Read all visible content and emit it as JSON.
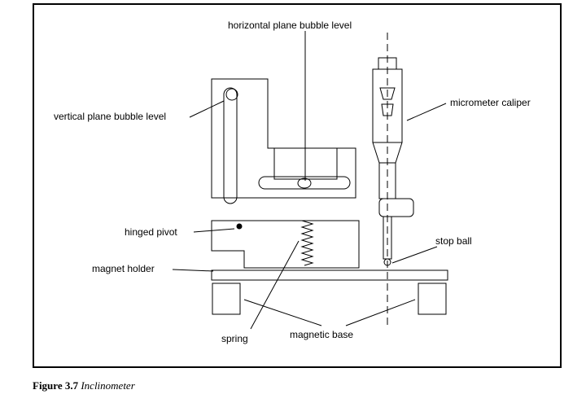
{
  "labels": {
    "horizontal_level": "horizontal plane bubble level",
    "vertical_level": "vertical plane bubble level",
    "micrometer": "micrometer caliper",
    "hinged_pivot": "hinged pivot",
    "stop_ball": "stop ball",
    "magnet_holder": "magnet holder",
    "spring": "spring",
    "magnetic_base": "magnetic base"
  },
  "caption": {
    "number": "Figure 3.7",
    "title": "Inclinometer"
  }
}
